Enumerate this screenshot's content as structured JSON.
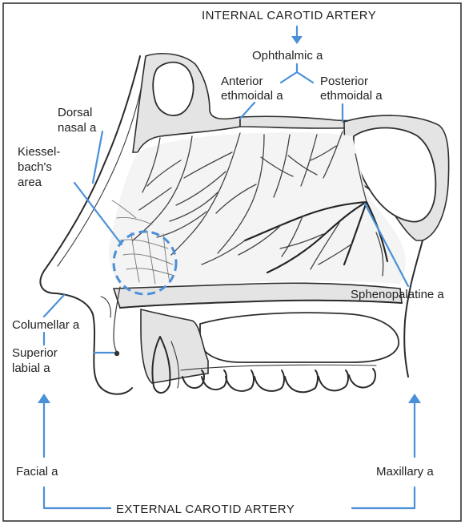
{
  "title_top": "INTERNAL CAROTID ARTERY",
  "title_bottom": "EXTERNAL CAROTID ARTERY",
  "labels": {
    "ophthalmic": "Ophthalmic a",
    "anterior_1": "Anterior",
    "anterior_2": "ethmoidal a",
    "posterior_1": "Posterior",
    "posterior_2": "ethmoidal a",
    "dorsal_1": "Dorsal",
    "dorsal_2": "nasal a",
    "kiessel_1": "Kiessel-",
    "kiessel_2": "bach's",
    "kiessel_3": "area",
    "sphenopalatine": "Sphenopalatine a",
    "columellar": "Columellar a",
    "superior_1": "Superior",
    "superior_2": "labial a",
    "facial": "Facial a",
    "maxillary": "Maxillary a"
  },
  "colors": {
    "accent": "#4a90d9",
    "ink": "#2b2b2b"
  }
}
